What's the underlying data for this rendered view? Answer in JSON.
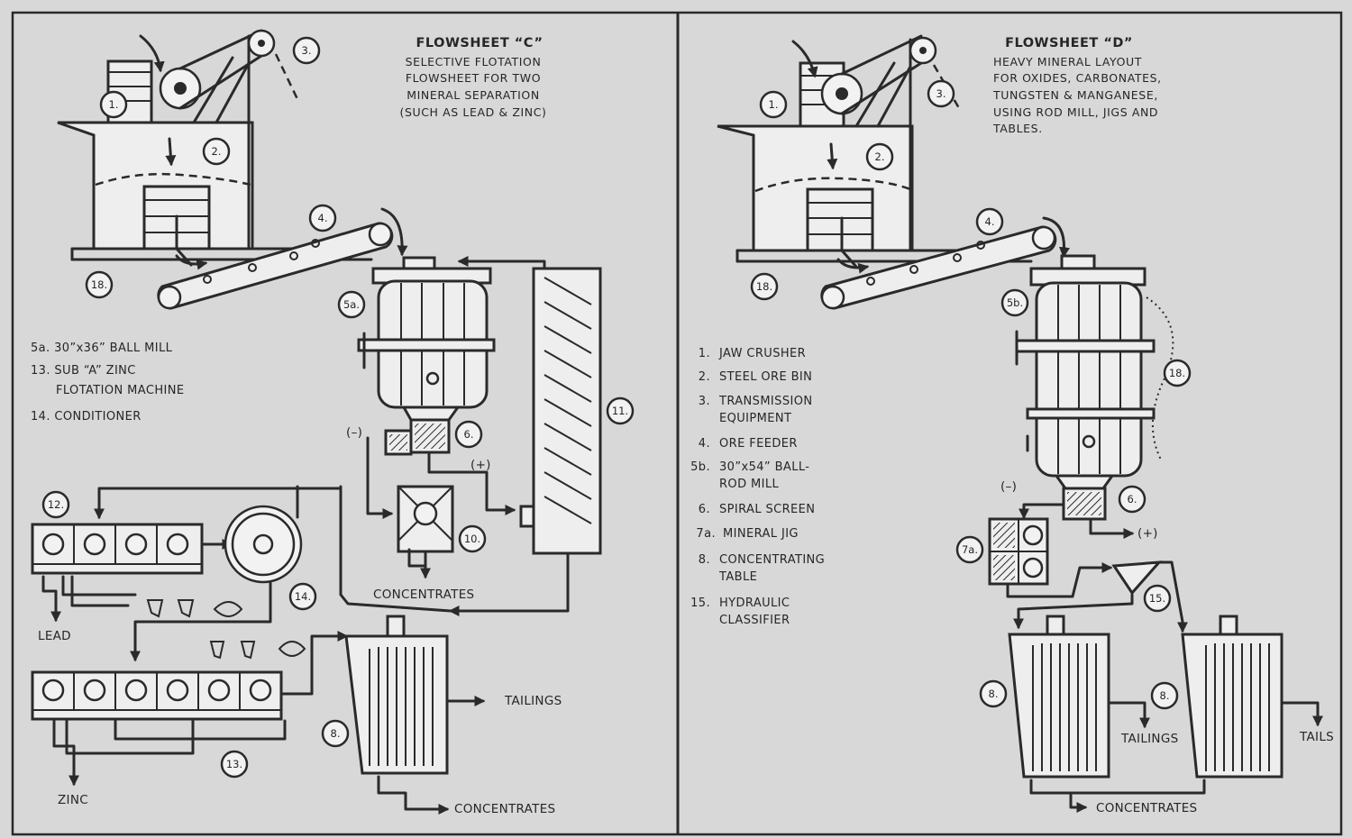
{
  "colors": {
    "paper": "#d8d8d8",
    "ink": "#2a2a2a"
  },
  "flowsheet_c": {
    "title": "FLOWSHEET “C”",
    "subtitle": [
      "SELECTIVE  FLOTATION",
      "FLOWSHEET  FOR  TWO",
      "MINERAL   SEPARATION",
      "(SUCH AS LEAD & ZINC)"
    ],
    "legend": [
      "5a.  30”x36” BALL MILL",
      "13.  SUB  “A”  ZINC",
      "FLOTATION   MACHINE",
      "14.  CONDITIONER"
    ],
    "callouts": {
      "n1": "1.",
      "n2": "2.",
      "n3": "3.",
      "n4": "4.",
      "n18": "18.",
      "n5a": "5a.",
      "n6": "6.",
      "n11": "11.",
      "n12": "12.",
      "n10": "10.",
      "n14": "14.",
      "n8": "8.",
      "n13": "13."
    },
    "signs": {
      "minus": "(–)",
      "plus": "(+)"
    },
    "labels": {
      "concentrates_mid": "CONCENTRATES",
      "lead": "LEAD",
      "tailings": "TAILINGS",
      "zinc": "ZINC",
      "concentrates_bottom": "CONCENTRATES"
    }
  },
  "flowsheet_d": {
    "title": "FLOWSHEET  “D”",
    "subtitle": [
      "HEAVY  MINERAL  LAYOUT",
      "FOR OXIDES, CARBONATES,",
      "TUNGSTEN & MANGANESE,",
      "USING ROD MILL, JIGS AND",
      "TABLES."
    ],
    "legend": [
      {
        "num": "1.",
        "text": [
          "JAW  CRUSHER"
        ]
      },
      {
        "num": "2.",
        "text": [
          "STEEL  ORE  BIN"
        ]
      },
      {
        "num": "3.",
        "text": [
          "TRANSMISSION",
          "EQUIPMENT"
        ]
      },
      {
        "num": "4.",
        "text": [
          "ORE  FEEDER"
        ]
      },
      {
        "num": "5b.",
        "text": [
          "30”x54”  BALL-",
          "ROD MILL"
        ]
      },
      {
        "num": "6.",
        "text": [
          "SPIRAL  SCREEN"
        ]
      },
      {
        "num": "7a.",
        "text": [
          "MINERAL  JIG"
        ]
      },
      {
        "num": "8.",
        "text": [
          "CONCENTRATING",
          "TABLE"
        ]
      },
      {
        "num": "15.",
        "text": [
          "HYDRAULIC",
          "CLASSIFIER"
        ]
      }
    ],
    "callouts": {
      "n1": "1.",
      "n2": "2.",
      "n3": "3.",
      "n4": "4.",
      "n18a": "18.",
      "n5b": "5b.",
      "n18b": "18.",
      "n6": "6.",
      "n7a": "7a.",
      "n15": "15.",
      "n8a": "8.",
      "n8b": "8."
    },
    "signs": {
      "minus": "(–)",
      "plus": "(+)"
    },
    "labels": {
      "tailings": "TAILINGS",
      "tails": "TAILS",
      "concentrates": "CONCENTRATES"
    }
  }
}
